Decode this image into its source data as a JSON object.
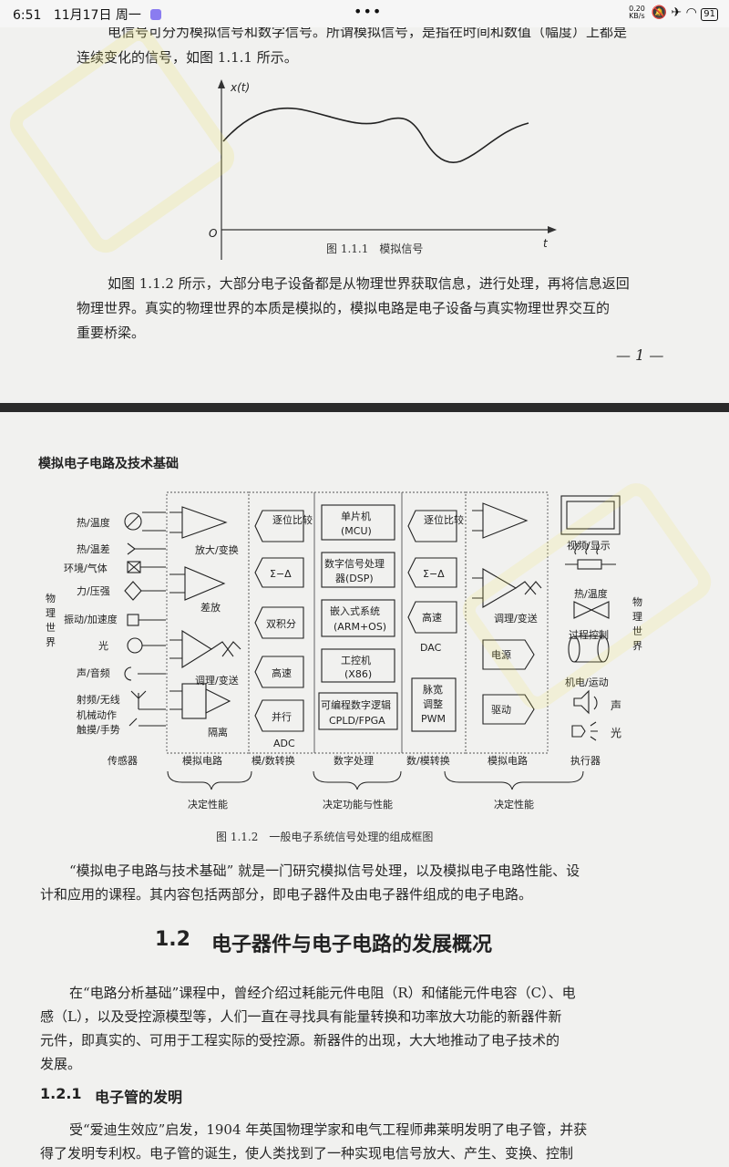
{
  "status_bar": {
    "time": "6:51",
    "date": "11月17日 周一",
    "speed": "0.20 KB/s",
    "battery": "91"
  },
  "page1": {
    "line_top": "电信号可分为模拟信号和数字信号。所谓模拟信号，是指在时间和数值（幅度）上都是",
    "line_1": "连续变化的信号，如图 1.1.1 所示。",
    "fig1": {
      "y_label": "x(t)",
      "x_label": "t",
      "origin": "O",
      "caption": "图 1.1.1　模拟信号"
    },
    "para2_l1": "如图 1.1.2 所示，大部分电子设备都是从物理世界获取信息，进行处理，再将信息返回",
    "para2_l2": "物理世界。真实的物理世界的本质是模拟的，模拟电路是电子设备与真实物理世界交互的",
    "para2_l3": "重要桥梁。",
    "page_number": "— 1 —"
  },
  "page2": {
    "running_head": "模拟电子电路及技术基础",
    "fig2": {
      "left_world": [
        "物",
        "理",
        "世",
        "界"
      ],
      "right_world": [
        "物",
        "理",
        "世",
        "界"
      ],
      "sensors": [
        "热/温度",
        "热/温差",
        "环境/气体",
        "力/压强",
        "振动/加速度",
        "光",
        "声/音频",
        "射频/无线",
        "机械动作",
        "触摸/手势"
      ],
      "sensor_group": "传感器",
      "amp_col1": [
        "放大/变换",
        "差放",
        "调理/变送",
        "隔离"
      ],
      "amp_col1_group": "模拟电路",
      "adc": [
        "逐位比较",
        "Σ−Δ",
        "双积分",
        "高速",
        "并行"
      ],
      "adc_label": "ADC",
      "adc_group": "模/数转换",
      "proc": [
        "单片机",
        "(MCU)",
        "数字信号处理",
        "器(DSP)",
        "嵌入式系统",
        "(ARM+OS)",
        "工控机",
        "(X86)",
        "可编程数字逻辑",
        "CPLD/FPGA"
      ],
      "proc_group": "数字处理",
      "dac": [
        "逐位比较",
        "Σ−Δ",
        "高速"
      ],
      "dac_label": "DAC",
      "pwm": [
        "脉宽",
        "调整",
        "PWM"
      ],
      "dac_group": "数/模转换",
      "amp_col2": [
        "调理/变送",
        "电源",
        "驱动"
      ],
      "amp_col2_group": "模拟电路",
      "actuators": [
        "视频/显示",
        "热/温度",
        "过程控制",
        "机电/运动",
        "声",
        "光"
      ],
      "actuator_group": "执行器",
      "brace_left": "决定性能",
      "brace_mid": "决定功能与性能",
      "brace_right": "决定性能",
      "caption": "图 1.1.2　一般电子系统信号处理的组成框图"
    },
    "para1_l1": "“模拟电子电路与技术基础” 就是一门研究模拟信号处理，以及模拟电子电路性能、设",
    "para1_l2": "计和应用的课程。其内容包括两部分，即电子器件及由电子器件组成的电子电路。",
    "section_num": "1.2",
    "section_title": "电子器件与电子电路的发展概况",
    "para2_l1": "在“电路分析基础”课程中，曾经介绍过耗能元件电阻（R）和储能元件电容（C）、电",
    "para2_l2": "感（L），以及受控源模型等，人们一直在寻找具有能量转换和功率放大功能的新器件新",
    "para2_l3": "元件，即真实的、可用于工程实际的受控源。新器件的出现，大大地推动了电子技术的",
    "para2_l4": "发展。",
    "subsection_num": "1.2.1",
    "subsection_title": "电子管的发明",
    "para3_l1": "受“爱迪生效应”启发，1904 年英国物理学家和电气工程师弗莱明发明了电子管，并获",
    "para3_l2": "得了发明专利权。电子管的诞生，使人类找到了一种实现电信号放大、产生、变换、控制"
  }
}
